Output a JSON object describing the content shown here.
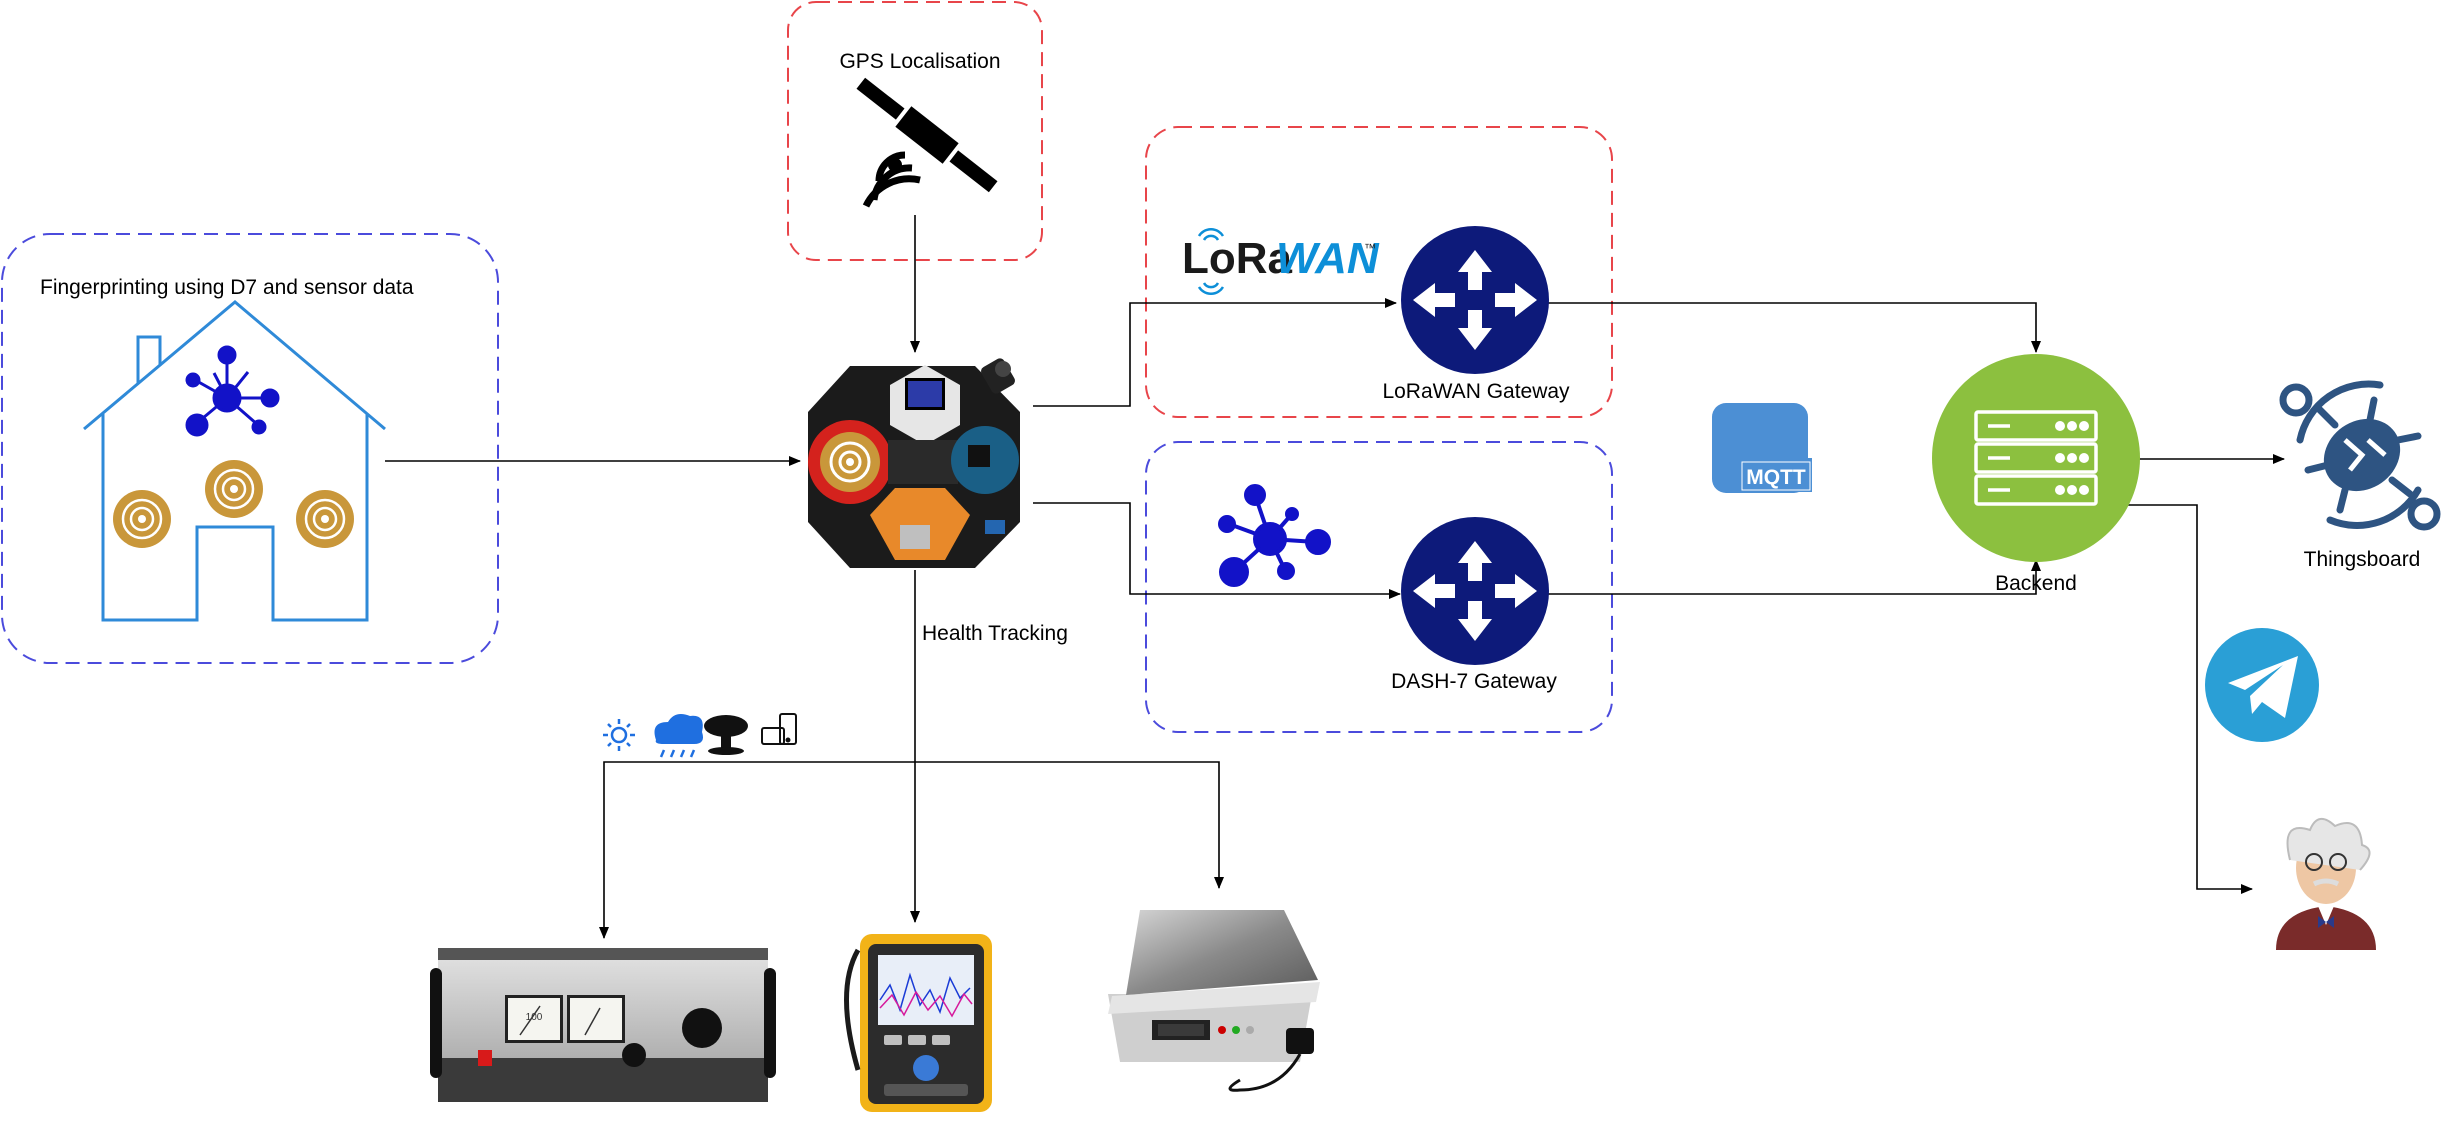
{
  "labels": {
    "fingerprinting": "Fingerprinting using D7 and sensor data",
    "gps": "GPS Localisation",
    "health": "Health Tracking",
    "lorawan_gateway": "LoRaWAN Gateway",
    "dash7_gateway": "DASH-7 Gateway",
    "backend": "Backend",
    "thingsboard": "Thingsboard"
  },
  "logos": {
    "lorawan_lo": "Lo",
    "lorawan_ra": "Ra",
    "lorawan_wan": "WAN",
    "lorawan_tm": "™",
    "mqtt": "MQTT"
  },
  "device_text": {
    "meter_value": "100"
  },
  "colors": {
    "red_dash": "#e8454a",
    "blue_dash": "#4b4bdc",
    "gateway_navy": "#0d1a7a",
    "backend_green": "#8cc03f",
    "beacon_gold": "#c9973a",
    "house_blue": "#2f8ad8",
    "network_blue": "#1010c8",
    "telegram_blue": "#2a9fd6",
    "thingsboard_navy": "#2e5482"
  },
  "icons": [
    "house-icon",
    "beacon-icon",
    "network-node-icon",
    "satellite-icon",
    "octa-board-icon",
    "router-icon",
    "server-icon",
    "mqtt-icon",
    "thingsboard-icon",
    "telegram-icon",
    "einstein-avatar-icon",
    "sun-icon",
    "rain-cloud-icon",
    "explosion-icon",
    "phone-icon",
    "power-supply-icon",
    "oscilloscope-icon",
    "scale-icon",
    "lorawan-logo"
  ]
}
